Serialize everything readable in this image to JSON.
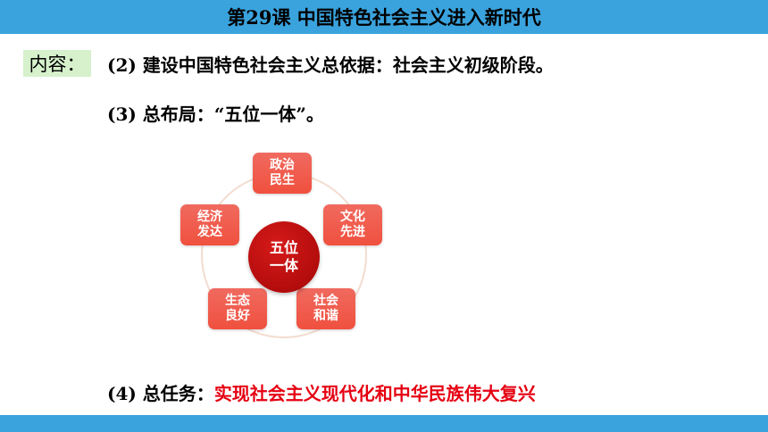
{
  "header": {
    "title": "第29课 中国特色社会主义进入新时代"
  },
  "content": {
    "label": "内容：",
    "item2": {
      "prefix": "(2) 建设中国特色社会主义总依据：",
      "text": "社会主义初级阶段。"
    },
    "item3": {
      "prefix": "(3) 总布局：",
      "text": "“五位一体”。"
    },
    "item4": {
      "prefix": "(4) 总任务：",
      "highlight": "实现社会主义现代化和中华民族伟大复兴"
    }
  },
  "diagram": {
    "center": {
      "line1": "五位",
      "line2": "一体"
    },
    "nodes": [
      {
        "line1": "政治",
        "line2": "民生"
      },
      {
        "line1": "文化",
        "line2": "先进"
      },
      {
        "line1": "社会",
        "line2": "和谐"
      },
      {
        "line1": "生态",
        "line2": "良好"
      },
      {
        "line1": "经济",
        "line2": "发达"
      }
    ]
  },
  "colors": {
    "bar": "#3aa3dd",
    "label_bg": "#d6f1cc",
    "highlight": "#e50012",
    "node": "#f0503e",
    "center": "#b80b0b"
  }
}
